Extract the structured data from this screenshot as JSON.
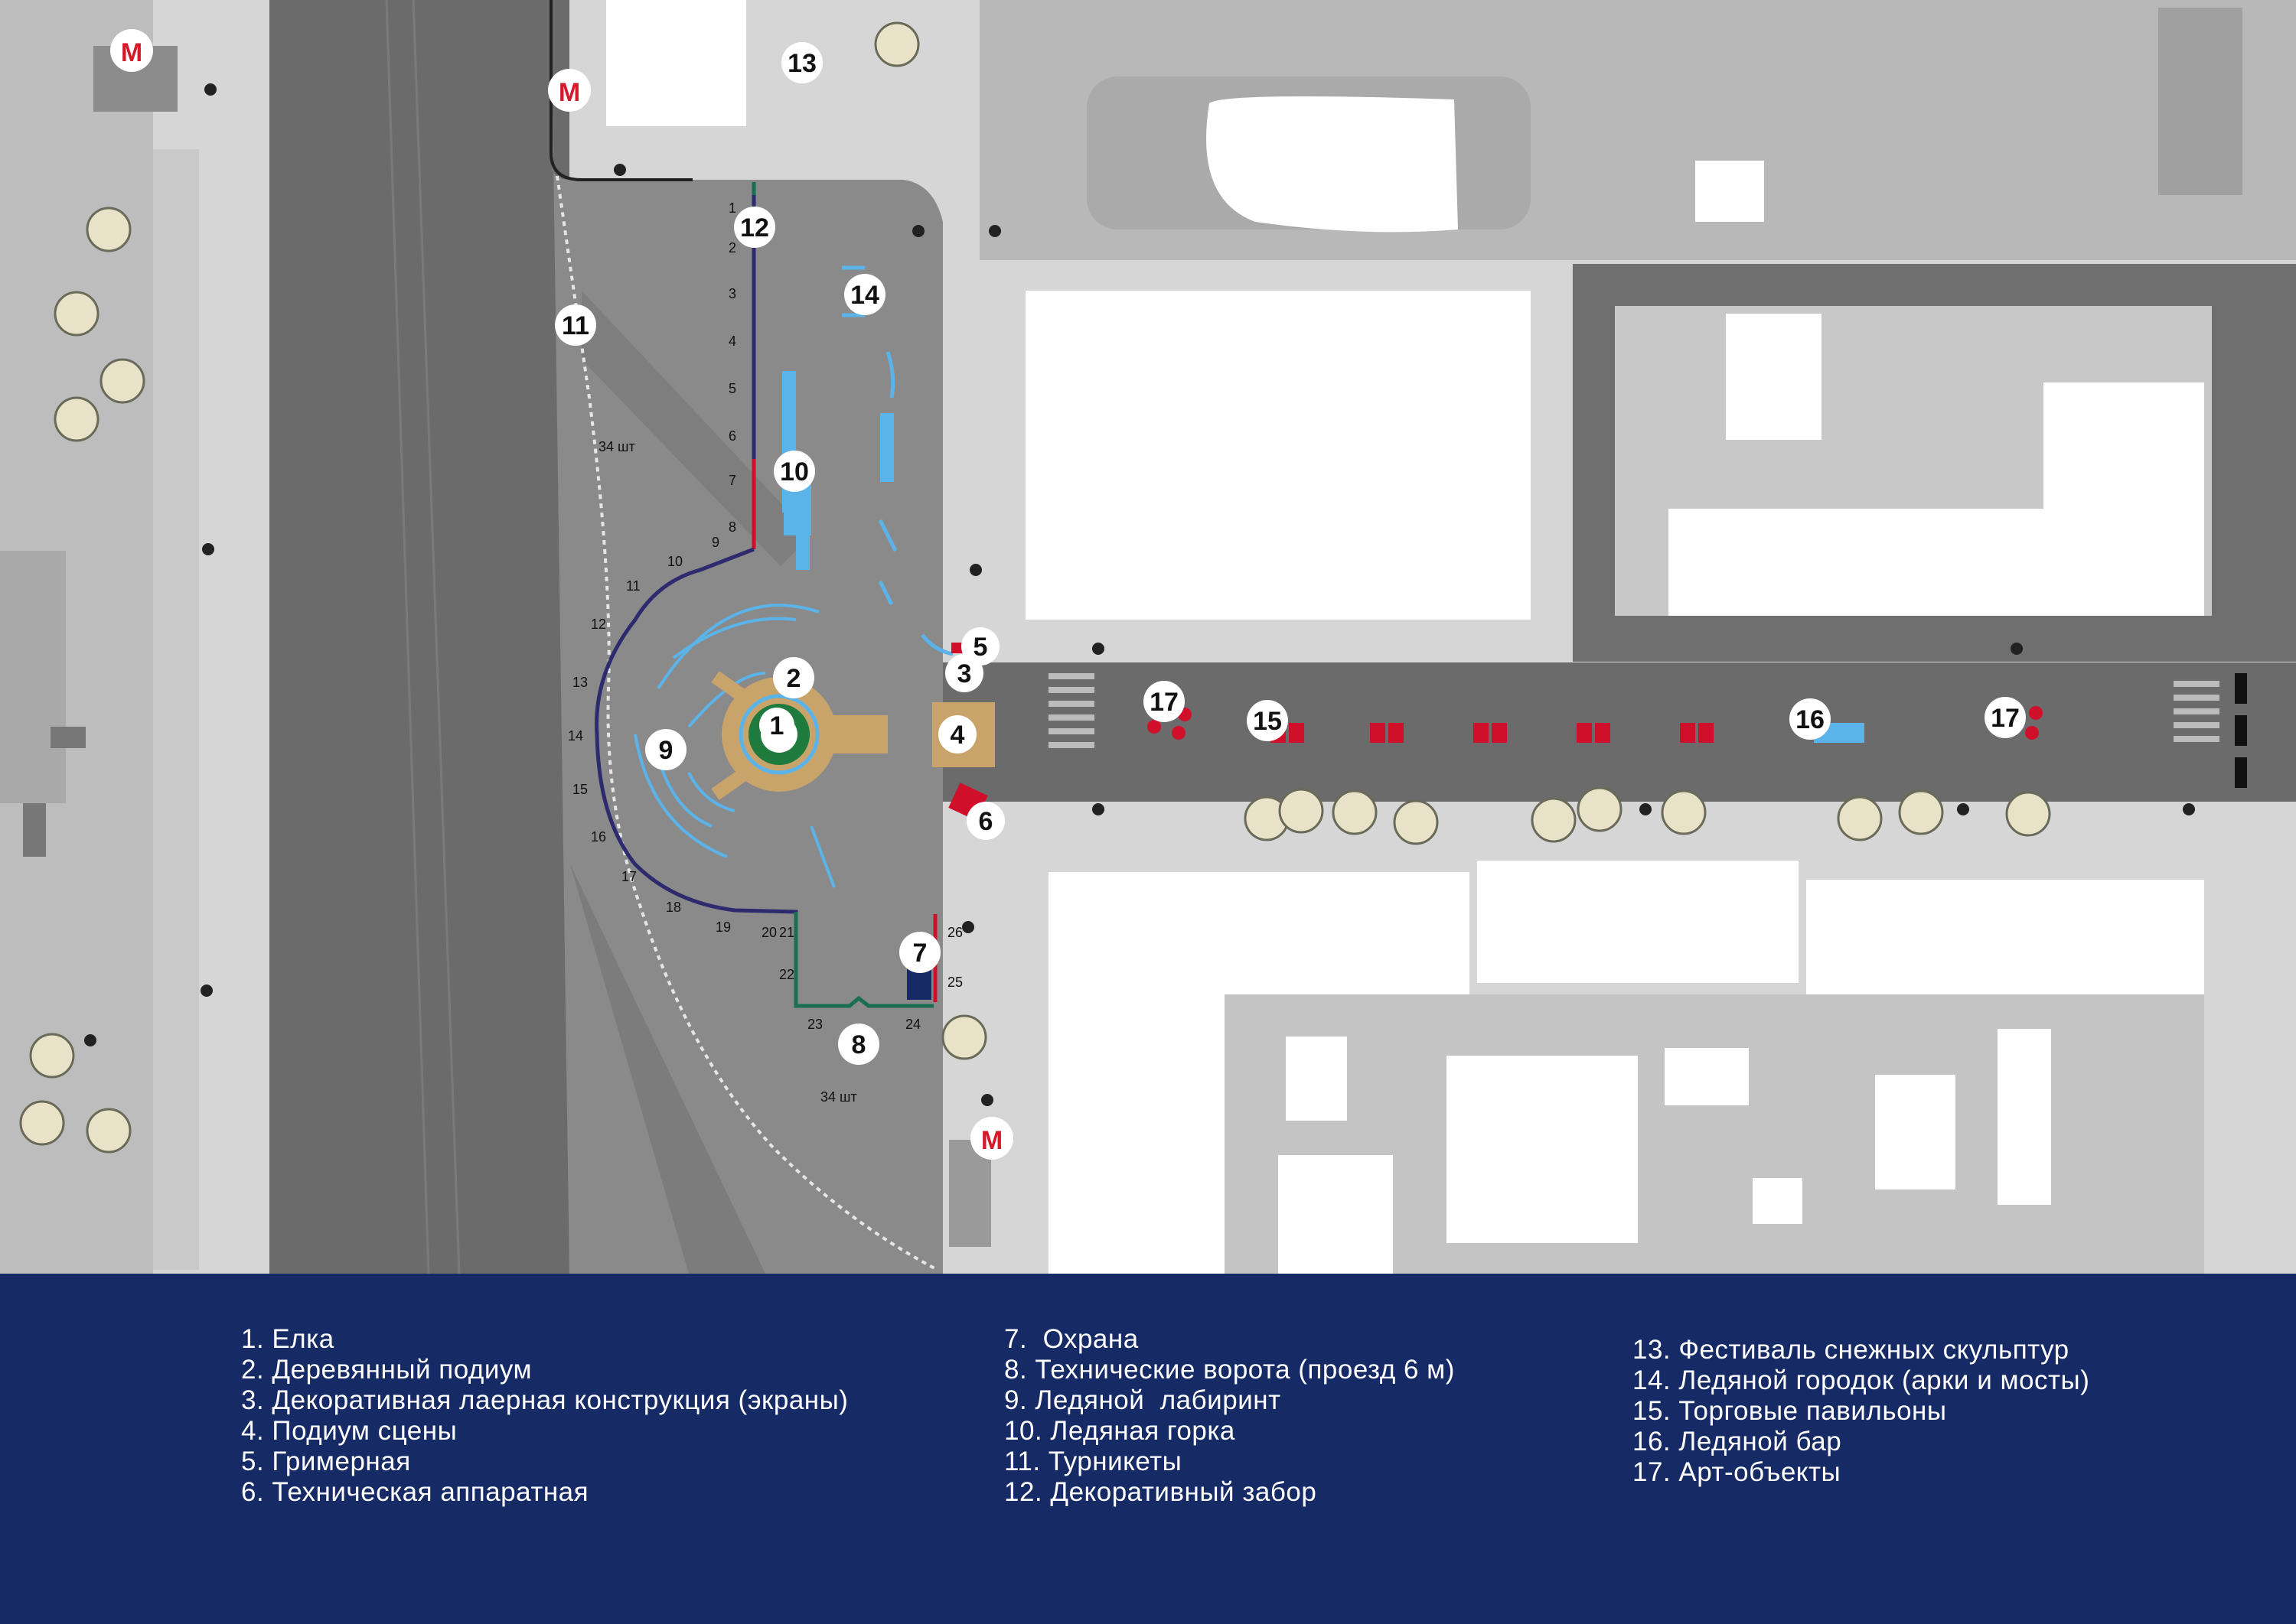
{
  "colors": {
    "road": "#6b6b6b",
    "plaza": "#8a8a8a",
    "sidewalk": "#d6d6d6",
    "block": "#b4b4b4",
    "building": "#ffffff",
    "legend_bg": "#162a66",
    "podium": "#c9a46a",
    "fence_dark": "#2e2a6e",
    "fence_green": "#1a6f53",
    "fence_red": "#d0102a",
    "ice": "#5ab4ea",
    "metro": "#d7182a"
  },
  "map": {
    "markers": [
      "1",
      "2",
      "3",
      "4",
      "5",
      "6",
      "7",
      "8",
      "9",
      "10",
      "11",
      "12",
      "13",
      "14",
      "15",
      "16",
      "17",
      "17"
    ],
    "metro_labels": [
      "М",
      "М",
      "М"
    ],
    "fence_numbers": [
      "1",
      "2",
      "3",
      "4",
      "5",
      "6",
      "7",
      "8",
      "9",
      "10",
      "11",
      "12",
      "13",
      "14",
      "15",
      "16",
      "17",
      "18",
      "19",
      "20",
      "21",
      "22",
      "23",
      "24",
      "25",
      "26"
    ],
    "turnstile_count_labels": [
      "34 шт",
      "34 шт"
    ]
  },
  "legend": {
    "columns": [
      [
        "1. Елка",
        "2. Деревянный подиум",
        "3. Декоративная лаерная конструкция (экраны)",
        "4. Подиум сцены",
        "5. Гримерная",
        "6. Техническая аппаратная"
      ],
      [
        "7.  Охрана",
        "8. Технические ворота (проезд 6 м)",
        "9. Ледяной  лабиринт",
        "10. Ледяная горка",
        "11. Турникеты",
        "12. Декоративный забор"
      ],
      [
        "13. Фестиваль снежных скульптур",
        "14. Ледяной городок (арки и мосты)",
        "15. Торговые павильоны",
        "16. Ледяной бар",
        "17. Арт-объекты"
      ]
    ]
  }
}
